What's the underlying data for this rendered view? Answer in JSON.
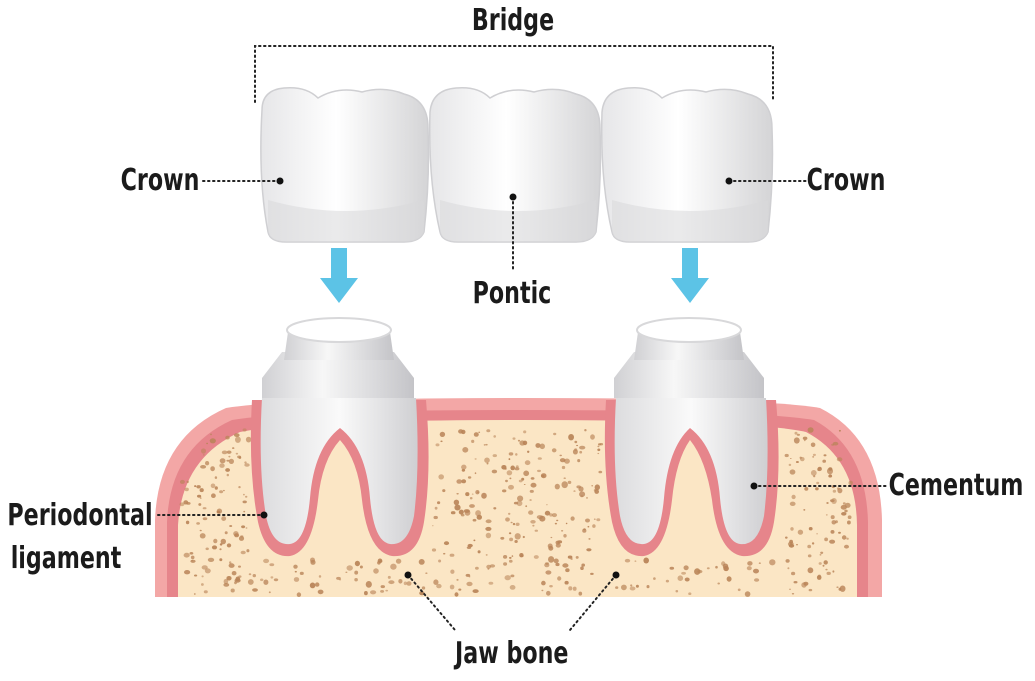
{
  "title": "Bridge",
  "labels": {
    "crown_left": "Crown",
    "crown_right": "Crown",
    "pontic": "Pontic",
    "cementum": "Cementum",
    "periodontal_line1": "Periodontal",
    "periodontal_line2": "ligament",
    "jaw_bone": "Jaw bone"
  },
  "colors": {
    "gum": "#f3a7a6",
    "gum_edge": "#e6858b",
    "bone": "#fbe6c5",
    "bone_speckle": "#b98458",
    "tooth": "#ffffff",
    "tooth_shade": "#d9d9db",
    "arrow": "#5cc3e6",
    "text": "#1b1b1b"
  },
  "icons": [
    "down-arrow-icon",
    "down-arrow-icon"
  ]
}
